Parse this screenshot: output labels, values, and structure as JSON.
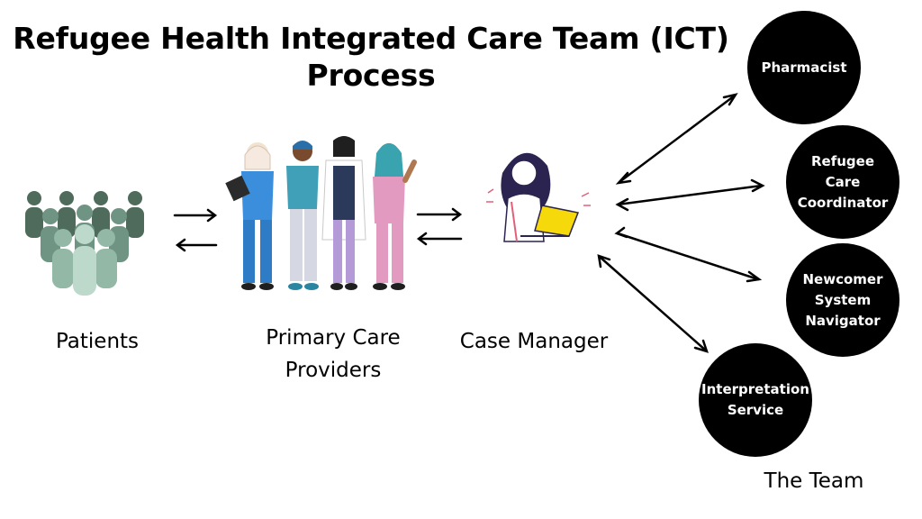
{
  "title": {
    "line1": "Refugee Health Integrated Care Team (ICT)",
    "line2": "Process"
  },
  "labels": {
    "patients": "Patients",
    "providers_line1": "Primary Care",
    "providers_line2": "Providers",
    "case_manager": "Case Manager",
    "team": "The Team"
  },
  "team": [
    {
      "id": "pharmacist",
      "text": "Pharmacist"
    },
    {
      "id": "refugee-care-coordinator",
      "text": "Refugee\nCare\nCoordinator"
    },
    {
      "id": "newcomer-system-navigator",
      "text": "Newcomer\nSystem\nNavigator"
    },
    {
      "id": "interpretation-service",
      "text": "Interpretation\nService"
    }
  ],
  "icons": [
    "patients-group-icon",
    "healthcare-providers-illustration",
    "case-manager-laptop-illustration"
  ],
  "colors": {
    "patients": [
      "#4e6b5c",
      "#6f9483",
      "#93b8a6",
      "#bcd9cb"
    ],
    "node_fill": "#000000",
    "laptop": "#f5d90a"
  }
}
